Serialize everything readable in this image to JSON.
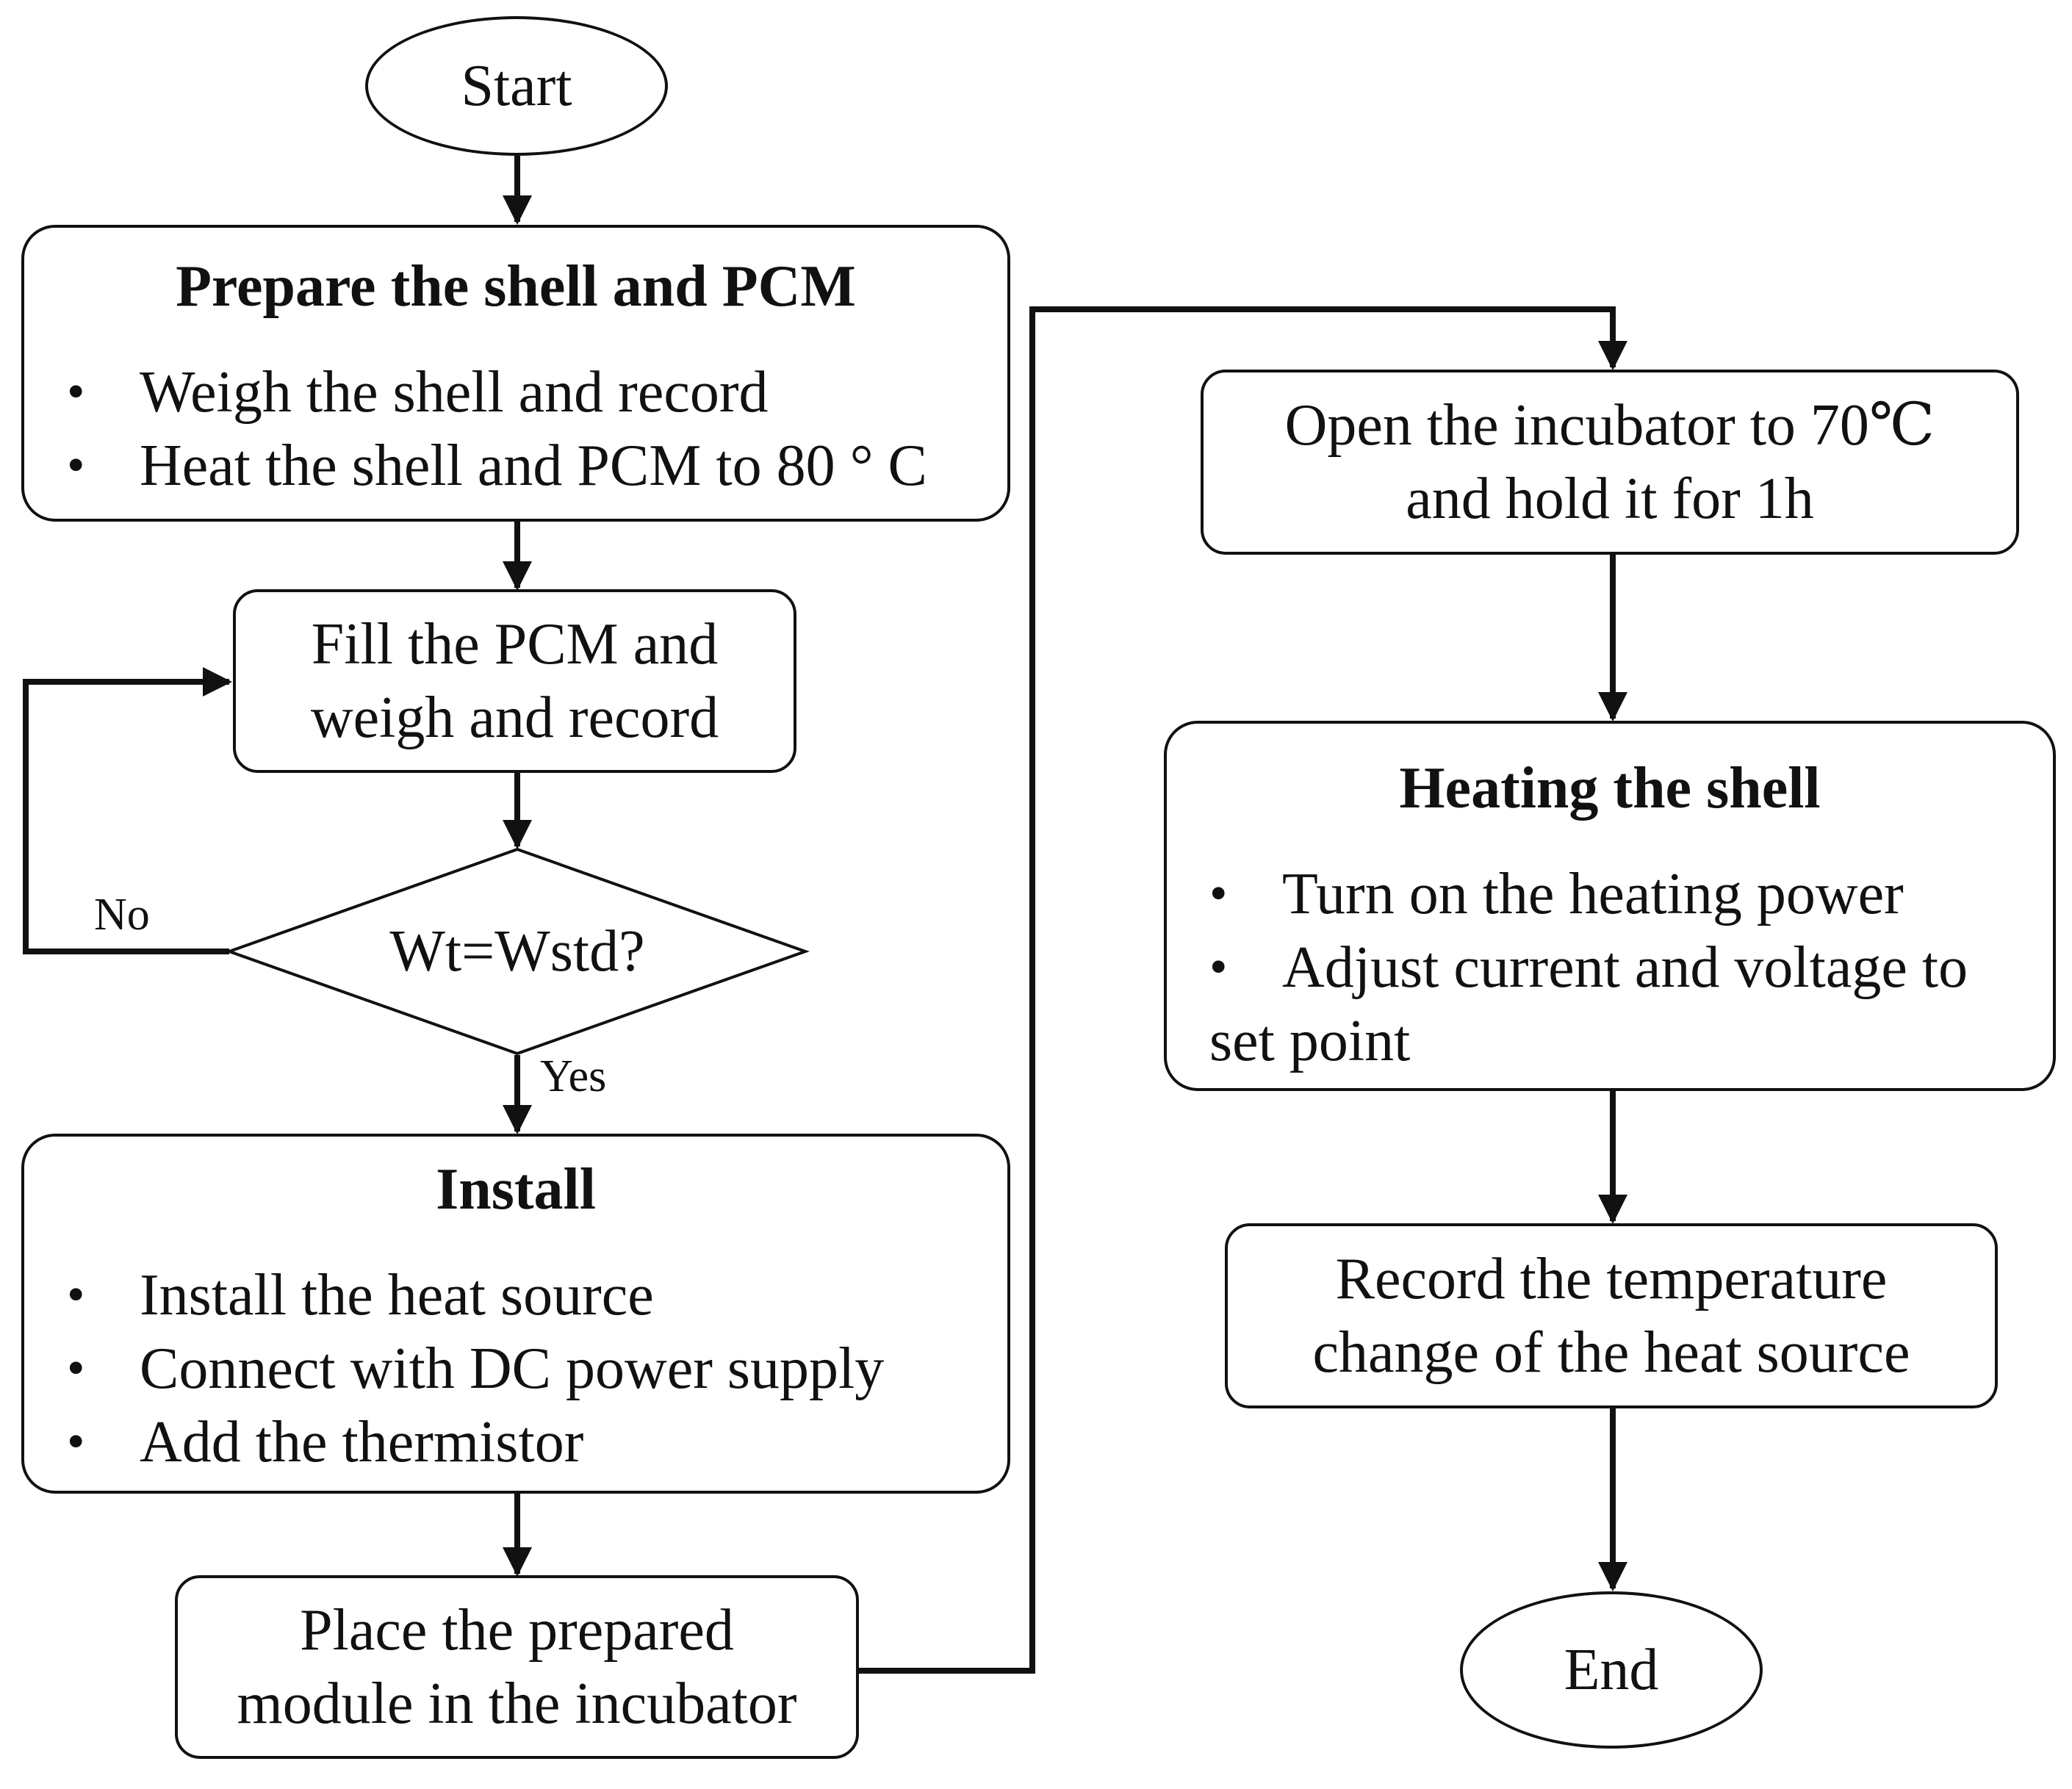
{
  "start": "Start",
  "end": "End",
  "prepare": {
    "title": "Prepare the shell and PCM",
    "items": [
      "Weigh the shell and record",
      "Heat the shell and PCM to 80 ° C"
    ]
  },
  "fill": {
    "line1": "Fill the PCM and",
    "line2": "weigh and record"
  },
  "decision": {
    "text": "Wt=Wstd?",
    "no_label": "No",
    "yes_label": "Yes"
  },
  "install": {
    "title": "Install",
    "items": [
      "Install the heat source",
      "Connect with DC power supply",
      "Add the thermistor"
    ]
  },
  "place": {
    "line1": "Place the prepared",
    "line2": "module in the incubator"
  },
  "incubator": {
    "line1": "Open the incubator to 70℃",
    "line2": "and hold it for 1h"
  },
  "heating": {
    "title": "Heating the shell",
    "item1": "Turn on the heating power",
    "item2": "Adjust current and voltage to",
    "item2_cont": "set point"
  },
  "record": {
    "line1": "Record the temperature",
    "line2": "change of the heat source"
  }
}
